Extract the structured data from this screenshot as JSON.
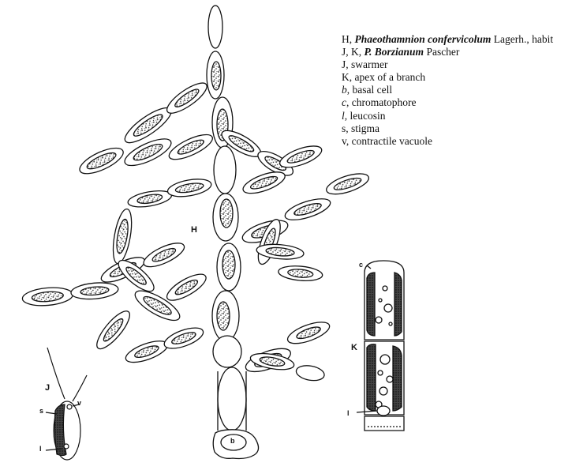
{
  "legend": {
    "line1": {
      "prefix": "H, ",
      "species": "Phaeothamnion confervicolum",
      "suffix": " Lagerh., habit"
    },
    "line2": {
      "prefix": "J, K, ",
      "species": "P. Borzianum",
      "suffix": " Pascher"
    },
    "line3": "J, swarmer",
    "line4": "K, apex of a branch",
    "line5": {
      "abbr": "b",
      "text": ", basal cell"
    },
    "line6": {
      "abbr": "c",
      "text": ", chromatophore"
    },
    "line7": {
      "abbr": "l",
      "text": ", leucosin"
    },
    "line8": "s, stigma",
    "line9": "v, contractile vacuole"
  },
  "labels": {
    "H": "H",
    "J": "J",
    "K": "K",
    "b": "b",
    "c": "c",
    "l_k": "l",
    "s": "s",
    "v": "v",
    "l_j": "l"
  }
}
